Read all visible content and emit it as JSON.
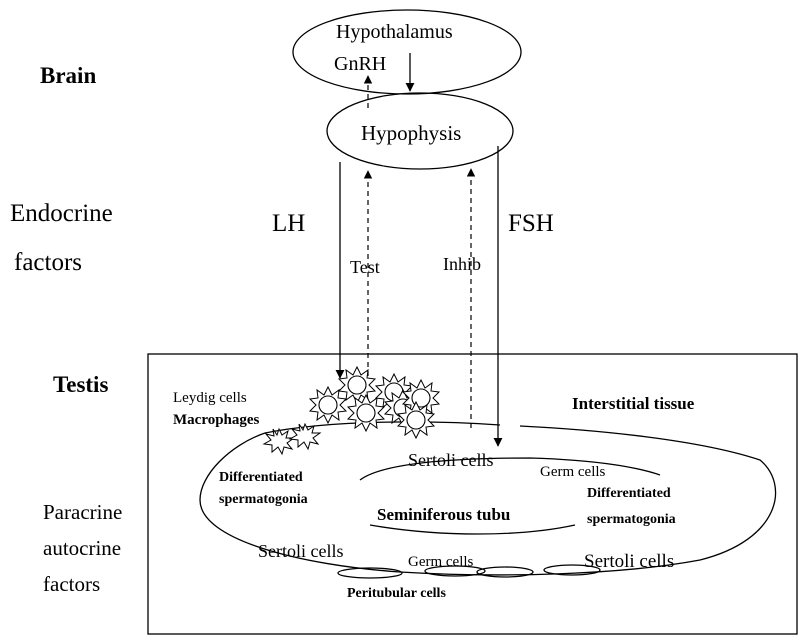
{
  "side_labels": {
    "brain": "Brain",
    "endocrine_line1": "Endocrine",
    "endocrine_line2": "factors",
    "testis": "Testis",
    "paracrine_line1": "Paracrine",
    "paracrine_line2": "autocrine",
    "paracrine_line3": "factors"
  },
  "brain": {
    "hypothalamus": "Hypothalamus",
    "gnrh": "GnRH",
    "hypophysis": "Hypophysis"
  },
  "hormones": {
    "lh": "LH",
    "fsh": "FSH",
    "test": "Test",
    "inhib": "Inhib"
  },
  "testis": {
    "leydig_cells": "Leydig cells",
    "macrophages": "Macrophages",
    "interstitial_tissue": "Interstitial tissue",
    "differentiated_left_1": "Differentiated",
    "differentiated_left_2": "spermatogonia",
    "sertoli_center": "Sertoli cells",
    "germ_cells_right": "Germ  cells",
    "differentiated_right_1": "Differentiated",
    "differentiated_right_2": "spermatogonia",
    "seminiferous": "Seminiferous tubu",
    "sertoli_left": "Sertoli cells",
    "germ_cells_bottom": "Germ  cells",
    "sertoli_right": "Sertoli cells",
    "peritubular": "Peritubular cells"
  }
}
